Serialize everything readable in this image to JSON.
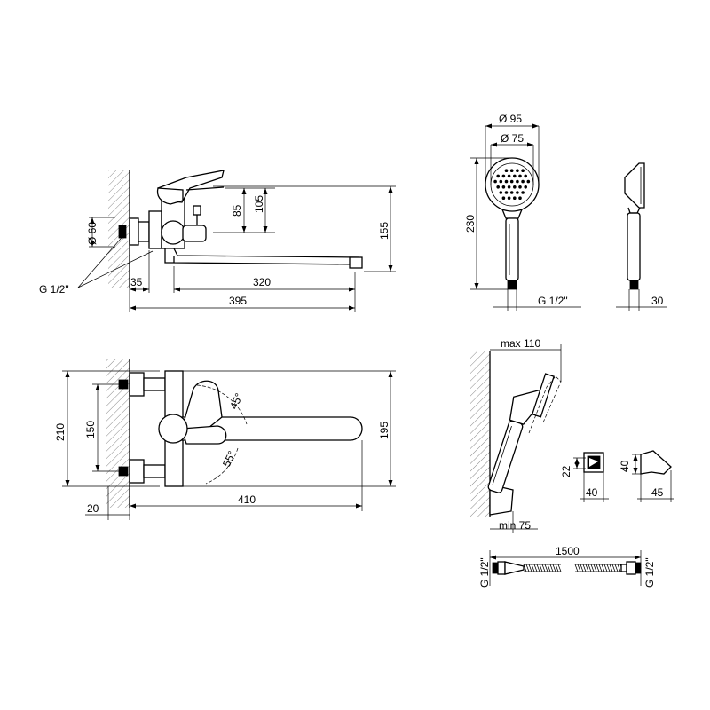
{
  "colors": {
    "ink": "#000000",
    "background": "#ffffff"
  },
  "dimensions": {
    "d_dia60": "Ø 60",
    "d_85": "85",
    "d_105": "105",
    "d_155": "155",
    "d_thread": "G 1/2\"",
    "d_35": "35",
    "d_320": "320",
    "d_395": "395",
    "d_dia95": "Ø 95",
    "d_dia75": "Ø 75",
    "d_230": "230",
    "d_thread_head": "G 1/2\"",
    "d_30": "30",
    "d_210": "210",
    "d_150": "150",
    "d_195": "195",
    "d_20": "20",
    "d_410": "410",
    "d_45deg": "45°",
    "d_55deg": "55°",
    "d_max110": "max 110",
    "d_min75": "min 75",
    "d_22": "22",
    "d_40a": "40",
    "d_40b": "40",
    "d_45": "45",
    "d_1500": "1500",
    "d_thread_hose_left": "G 1/2\"",
    "d_thread_hose_right": "G 1/2\""
  }
}
